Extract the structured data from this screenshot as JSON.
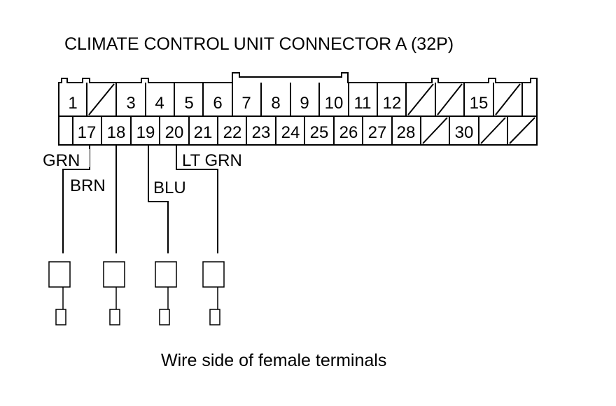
{
  "title": "CLIMATE CONTROL UNIT CONNECTOR A (32P)",
  "caption": "Wire side of female terminals",
  "top_row": [
    "1",
    "",
    "3",
    "4",
    "5",
    "6",
    "7",
    "8",
    "9",
    "10",
    "11",
    "12",
    "",
    "",
    "15",
    ""
  ],
  "bottom_row": [
    "",
    "17",
    "18",
    "19",
    "20",
    "21",
    "22",
    "23",
    "24",
    "25",
    "26",
    "27",
    "28",
    "",
    "30",
    "",
    ""
  ],
  "wires": [
    {
      "terminal": "17",
      "color": "GRN"
    },
    {
      "terminal": "18",
      "color": "BRN"
    },
    {
      "terminal": "19",
      "color": "BLU"
    },
    {
      "terminal": "20",
      "color": "LT GRN"
    }
  ]
}
